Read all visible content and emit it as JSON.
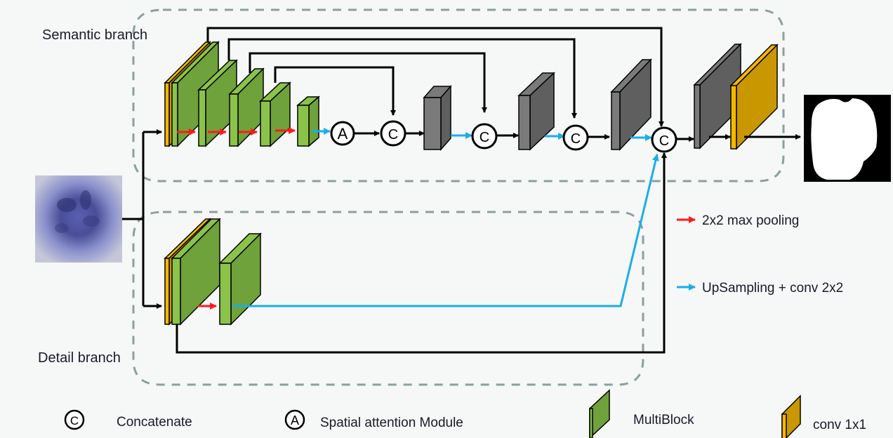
{
  "labels": {
    "semantic_branch": "Semantic branch",
    "detail_branch": "Detail branch"
  },
  "symbols": {
    "concat": "C",
    "attention": "A"
  },
  "legend": {
    "max_pooling": "2x2 max  pooling",
    "upsampling": "UpSampling + conv 2x2",
    "concatenate": "Concatenate",
    "attention": "Spatial attention Module",
    "multiblock": "MultiBlock",
    "conv1x1": "conv 1x1"
  },
  "colors": {
    "multiblock_front": "#8bc34a",
    "multiblock_side": "#6fa23a",
    "conv_front": "#f5b800",
    "conv_side": "#c99700",
    "decoder_front": "#7a7a7a",
    "decoder_side": "#5f5f5f",
    "pooling_arrow": "#ff1a1a",
    "upsampling_arrow": "#1aaee8",
    "dashed_box": "#8aa0a0",
    "line": "#000000"
  },
  "images": {
    "input": "dermoscopy-lesion-input",
    "output": "segmentation-mask-output"
  }
}
